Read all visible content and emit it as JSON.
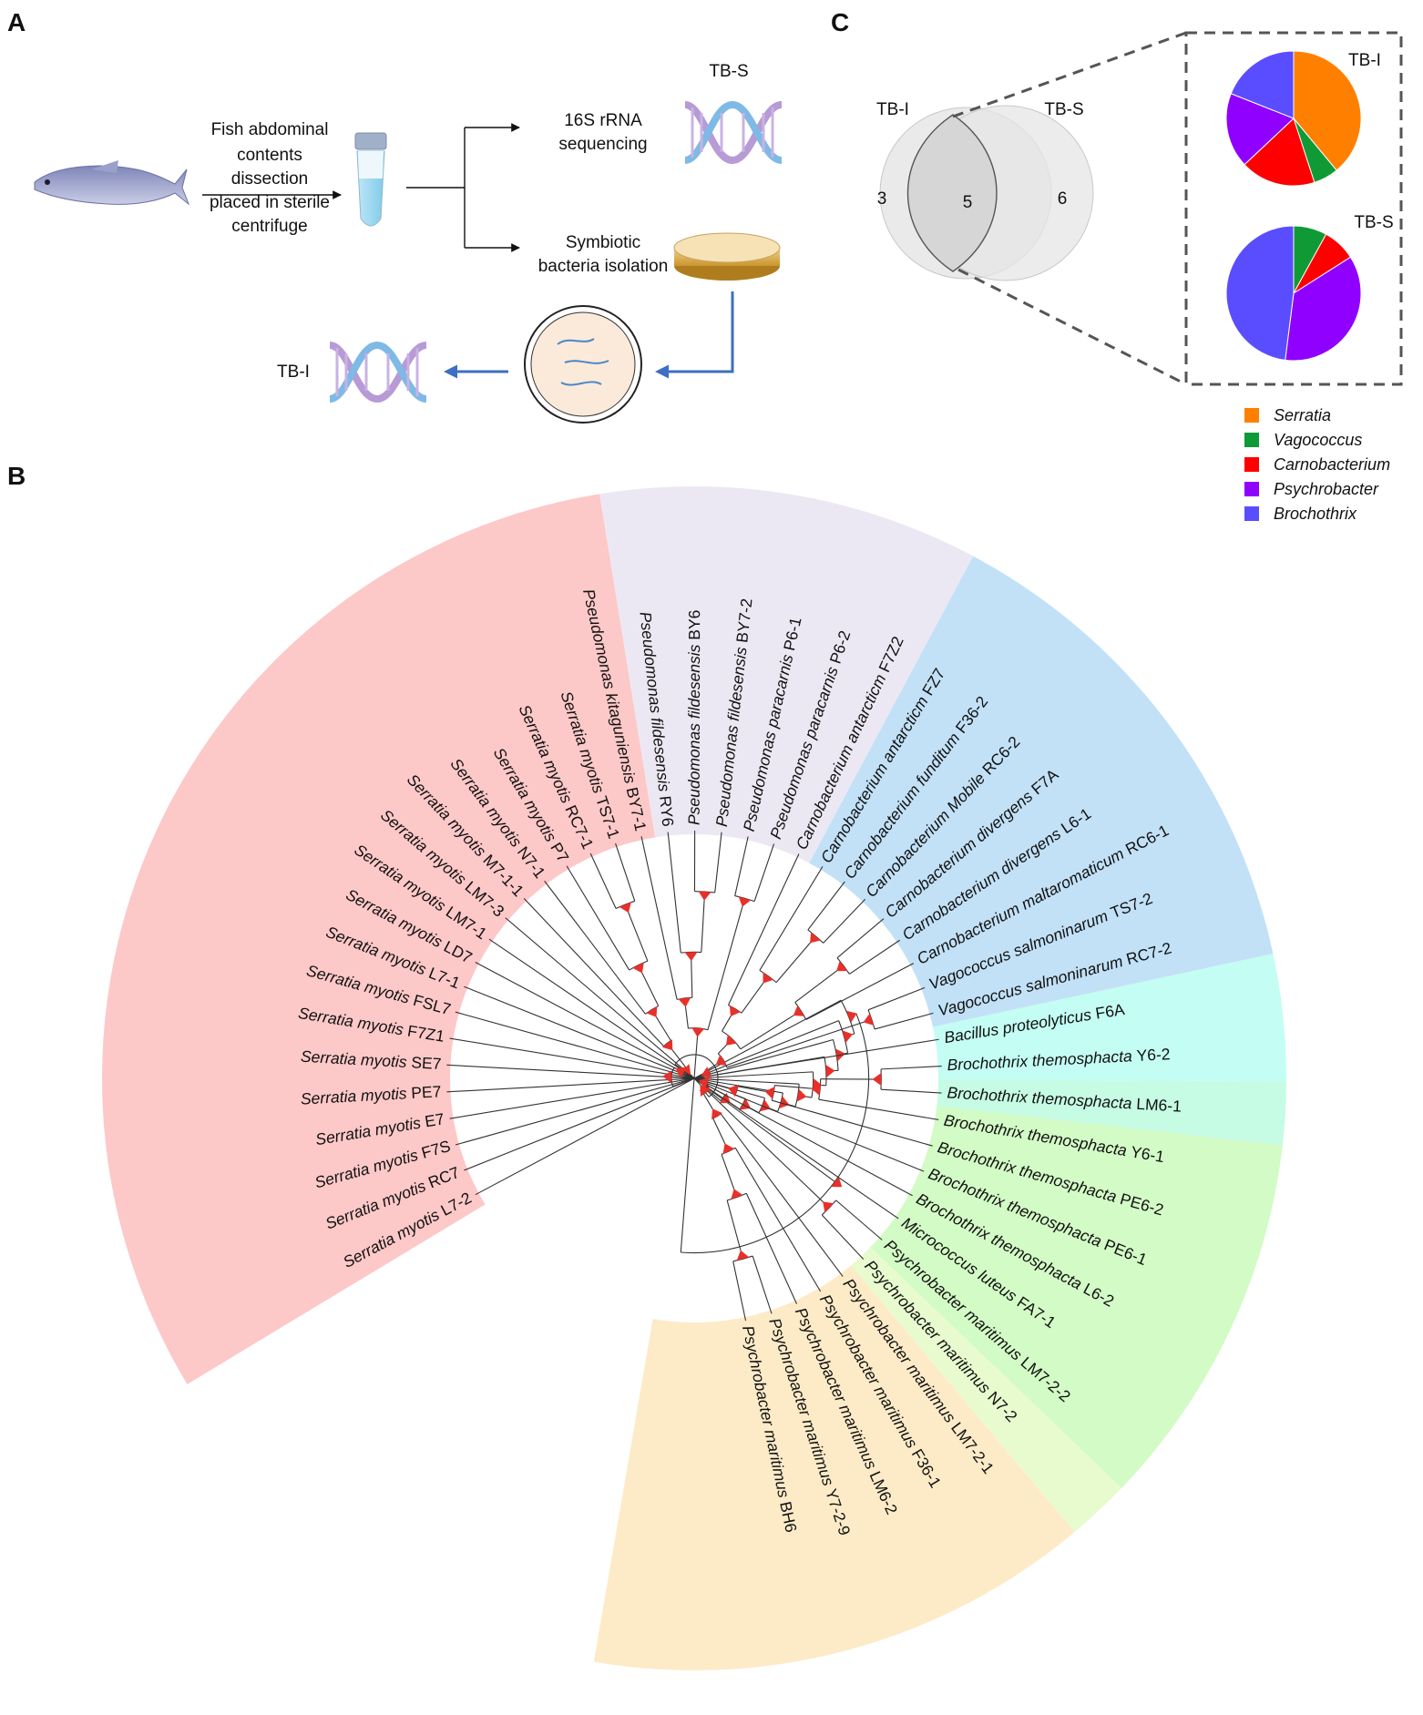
{
  "panels": {
    "a": "A",
    "b": "B",
    "c": "C"
  },
  "workflow": {
    "step1": [
      "Fish abdominal",
      "contents",
      "dissection",
      "placed in sterile",
      "centrifuge"
    ],
    "tbs_label": "TB-S",
    "seq_label": [
      "16S rRNA",
      "sequencing"
    ],
    "iso_label": [
      "Symbiotic",
      "bacteria isolation"
    ],
    "tbi_label": "TB-I"
  },
  "venn": {
    "left_label": "TB-I",
    "right_label": "TB-S",
    "left_only": "3",
    "shared": "5",
    "right_only": "6"
  },
  "pies": [
    {
      "label": "TB-I",
      "values": [
        0.39,
        0.06,
        0.18,
        0.18,
        0.19
      ]
    },
    {
      "label": "TB-S",
      "values": [
        0.0,
        0.08,
        0.08,
        0.36,
        0.48
      ]
    }
  ],
  "legend": [
    {
      "name": "Serratia",
      "color": "#ff8000"
    },
    {
      "name": "Vagococcus",
      "color": "#109a36"
    },
    {
      "name": "Carnobacterium",
      "color": "#ff0000"
    },
    {
      "name": "Psychrobacter",
      "color": "#8f00ff"
    },
    {
      "name": "Brochothrix",
      "color": "#5a4dff"
    }
  ],
  "tree": {
    "groups": [
      {
        "name": "Serratia",
        "color": "#fdc8c8",
        "from": 0,
        "to": 17
      },
      {
        "name": "Pseudomonas",
        "color": "#ece8f3",
        "from": 18,
        "to": 23
      },
      {
        "name": "Carnobacterium",
        "color": "#c2e1f7",
        "from": 24,
        "to": 31
      },
      {
        "name": "Vagococcus",
        "color": "#c4fdf3",
        "from": 32,
        "to": 33
      },
      {
        "name": "Bacillus",
        "color": "#c6fbe4",
        "from": 34,
        "to": 34
      },
      {
        "name": "Brochothrix",
        "color": "#d3fbc6",
        "from": 35,
        "to": 40
      },
      {
        "name": "Micrococcus",
        "color": "#e8fbcf",
        "from": 41,
        "to": 41
      },
      {
        "name": "Psychrobacter",
        "color": "#fdebc8",
        "from": 42,
        "to": 49
      }
    ],
    "leaves": [
      {
        "genus": "Serratia myotis",
        "strain": "L7-2"
      },
      {
        "genus": "Serratia myotis",
        "strain": "RC7"
      },
      {
        "genus": "Serratia myotis",
        "strain": "F7S"
      },
      {
        "genus": "Serratia myotis",
        "strain": "E7"
      },
      {
        "genus": "Serratia myotis",
        "strain": "PE7"
      },
      {
        "genus": "Serratia myotis",
        "strain": "SE7"
      },
      {
        "genus": "Serratia myotis",
        "strain": "F7Z1"
      },
      {
        "genus": "Serratia myotis",
        "strain": "FSL7"
      },
      {
        "genus": "Serratia myotis",
        "strain": "L7-1"
      },
      {
        "genus": "Serratia myotis",
        "strain": "LD7"
      },
      {
        "genus": "Serratia myotis",
        "strain": "LM7-1"
      },
      {
        "genus": "Serratia myotis",
        "strain": "LM7-3"
      },
      {
        "genus": "Serratia myotis",
        "strain": "M7-1-1"
      },
      {
        "genus": "Serratia myotis",
        "strain": "N7-1"
      },
      {
        "genus": "Serratia myotis",
        "strain": "P7"
      },
      {
        "genus": "Serratia myotis",
        "strain": "RC7-1"
      },
      {
        "genus": "Serratia myotis",
        "strain": "TS7-1"
      },
      {
        "genus": "Pseudomonas kitaguniensis",
        "strain": "BY7-1"
      },
      {
        "genus": "Pseudomonas fildesensis",
        "strain": "RY6"
      },
      {
        "genus": "Pseudomonas fildesensis",
        "strain": "BY6"
      },
      {
        "genus": "Pseudomonas fildesensis",
        "strain": "BY7-2"
      },
      {
        "genus": "Pseudomonas paracarnis",
        "strain": "P6-1"
      },
      {
        "genus": "Pseudomonas paracarnis",
        "strain": "P6-2"
      },
      {
        "genus": "Carnobacterium antarcticm",
        "strain": "F7Z2"
      },
      {
        "genus": "Carnobacterium antarcticm",
        "strain": "FZ7"
      },
      {
        "genus": "Carnobacterium funditum",
        "strain": "F36-2"
      },
      {
        "genus": "Carnobacterium Mobile",
        "strain": "RC6-2"
      },
      {
        "genus": "Carnobacterium divergens",
        "strain": "F7A"
      },
      {
        "genus": "Carnobacterium divergens",
        "strain": "L6-1"
      },
      {
        "genus": "Carnobacterium maltaromaticum",
        "strain": "RC6-1"
      },
      {
        "genus": "Vagococcus salmoninarum",
        "strain": "TS7-2"
      },
      {
        "genus": "Vagococcus salmoninarum",
        "strain": "RC7-2"
      },
      {
        "genus": "Bacillus proteolyticus",
        "strain": "F6A"
      },
      {
        "genus": "Brochothrix themosphacta",
        "strain": "Y6-2"
      },
      {
        "genus": "Brochothrix themosphacta",
        "strain": "LM6-1"
      },
      {
        "genus": "Brochothrix themosphacta",
        "strain": "Y6-1"
      },
      {
        "genus": "Brochothrix themosphacta",
        "strain": "PE6-2"
      },
      {
        "genus": "Brochothrix themosphacta",
        "strain": "PE6-1"
      },
      {
        "genus": "Brochothrix themosphacta",
        "strain": "L6-2"
      },
      {
        "genus": "Micrococcus luteus",
        "strain": "FA7-1"
      },
      {
        "genus": "Psychrobacter maritimus",
        "strain": "LM7-2-2"
      },
      {
        "genus": "Psychrobacter maritimus",
        "strain": "N7-2"
      },
      {
        "genus": "Psychrobacter maritimus",
        "strain": "LM7-2-1"
      },
      {
        "genus": "Psychrobacter maritimus",
        "strain": "F36-1"
      },
      {
        "genus": "Psychrobacter maritimus",
        "strain": "LM6-2"
      },
      {
        "genus": "Psychrobacter maritimus",
        "strain": "Y7-2-9"
      },
      {
        "genus": "Psychrobacter maritimus",
        "strain": "BH6"
      }
    ]
  },
  "colors": {
    "node_marker": "#e8302a",
    "arrow": "#3d6fc2",
    "dash": "#555555"
  }
}
